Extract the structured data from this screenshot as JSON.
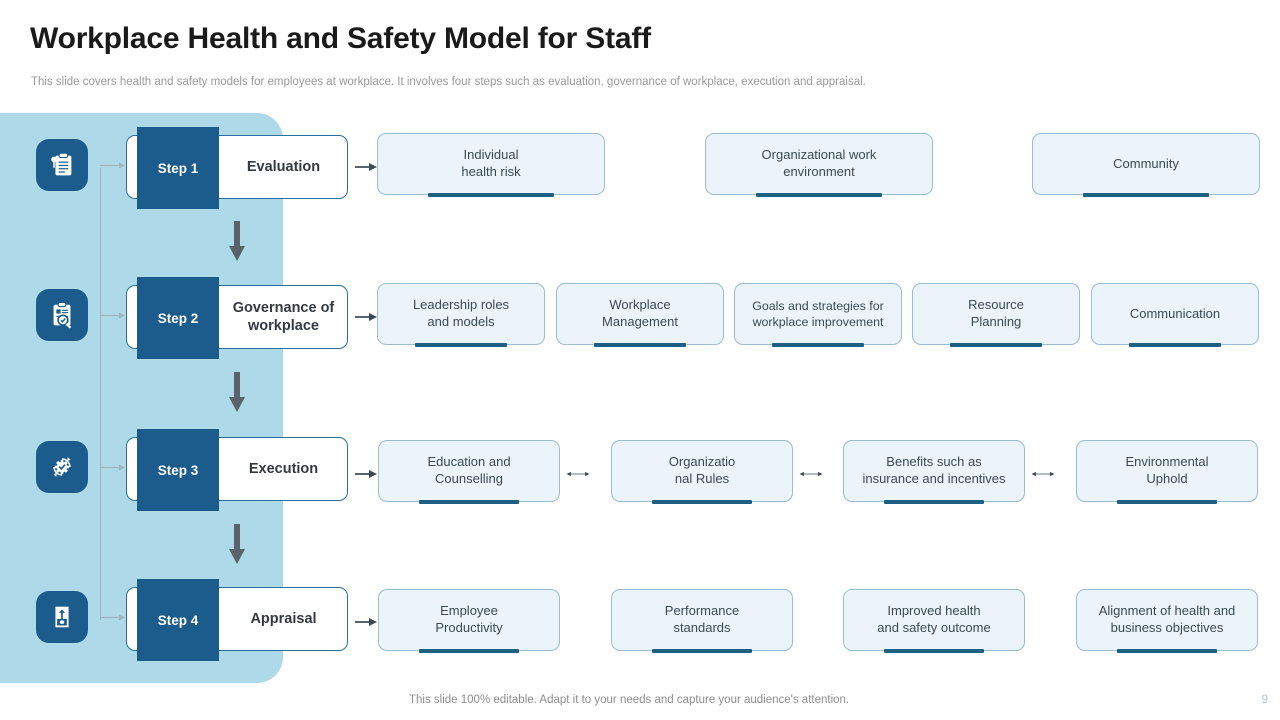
{
  "header": {
    "title": "Workplace Health and Safety Model for Staff",
    "subtitle": "This slide covers health and safety models for employees at workplace. It involves four steps such as evaluation, governance of workplace, execution and appraisal."
  },
  "colors": {
    "panel": "#aed9e8",
    "badge_blue": "#1c5c8c",
    "box_fill": "#eaf4fa",
    "box_border": "#9cbcd0",
    "accent_bar": "#1e5f84",
    "title_text": "#1a1a1a",
    "subtitle_text": "#9a9a9a"
  },
  "rows": [
    {
      "step_label": "Step 1",
      "step_title": "Evaluation",
      "icon": "clipboard-icon",
      "connector": "single-arrow",
      "boxes": [
        {
          "text": "Individual\nhealth risk"
        },
        {
          "text": "Organizational work\nenvironment"
        },
        {
          "text": "Community"
        }
      ]
    },
    {
      "step_label": "Step 2",
      "step_title": "Governance of\nworkplace",
      "icon": "clipboard-search-icon",
      "connector": "single-arrow",
      "boxes": [
        {
          "text": "Leadership roles\nand models"
        },
        {
          "text": "Workplace\nManagement"
        },
        {
          "text": "Goals and strategies for\nworkplace improvement"
        },
        {
          "text": "Resource\nPlanning"
        },
        {
          "text": "Communication"
        }
      ]
    },
    {
      "step_label": "Step 3",
      "step_title": "Execution",
      "icon": "gear-check-icon",
      "connector": "double-arrow",
      "boxes": [
        {
          "text": "Education and\nCounselling"
        },
        {
          "text": "Organizatio\nnal Rules"
        },
        {
          "text": "Benefits such as\ninsurance and incentives"
        },
        {
          "text": "Environmental\nUphold"
        }
      ]
    },
    {
      "step_label": "Step 4",
      "step_title": "Appraisal",
      "icon": "growth-report-icon",
      "connector": "single-arrow",
      "boxes": [
        {
          "text": "Employee\nProductivity"
        },
        {
          "text": "Performance\nstandards"
        },
        {
          "text": "Improved health\nand safety outcome"
        },
        {
          "text": "Alignment of health and\nbusiness objectives"
        }
      ]
    }
  ],
  "footer": {
    "note": "This slide 100% editable. Adapt it to your needs and capture your audience's attention.",
    "page_number": "9"
  }
}
